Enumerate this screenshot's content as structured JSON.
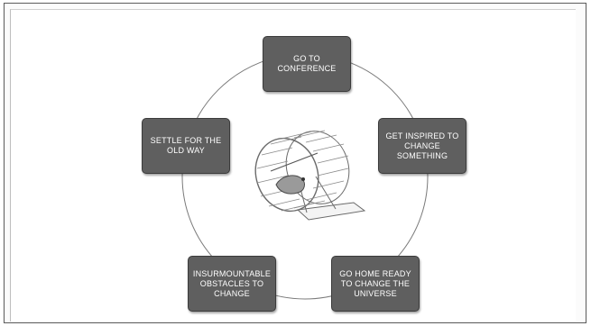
{
  "diagram": {
    "type": "cycle",
    "steps": [
      {
        "id": "go-to-conference",
        "label": "GO TO\nCONFERENCE"
      },
      {
        "id": "get-inspired",
        "label": "GET INSPIRED TO\nCHANGE\nSOMETHING"
      },
      {
        "id": "go-home-ready",
        "label": "GO HOME READY\nTO CHANGE THE\nUNIVERSE"
      },
      {
        "id": "insurmountable-obstacles",
        "label": "INSURMOUNTABLE\nOBSTACLES TO\nCHANGE"
      },
      {
        "id": "settle-old-way",
        "label": "SETTLE FOR THE\nOLD WAY"
      }
    ],
    "center_image": "hamster-wheel-icon",
    "colors": {
      "node_fill": "#5f5f5f",
      "node_text": "#ffffff",
      "ring": "#7a7a7a"
    }
  }
}
